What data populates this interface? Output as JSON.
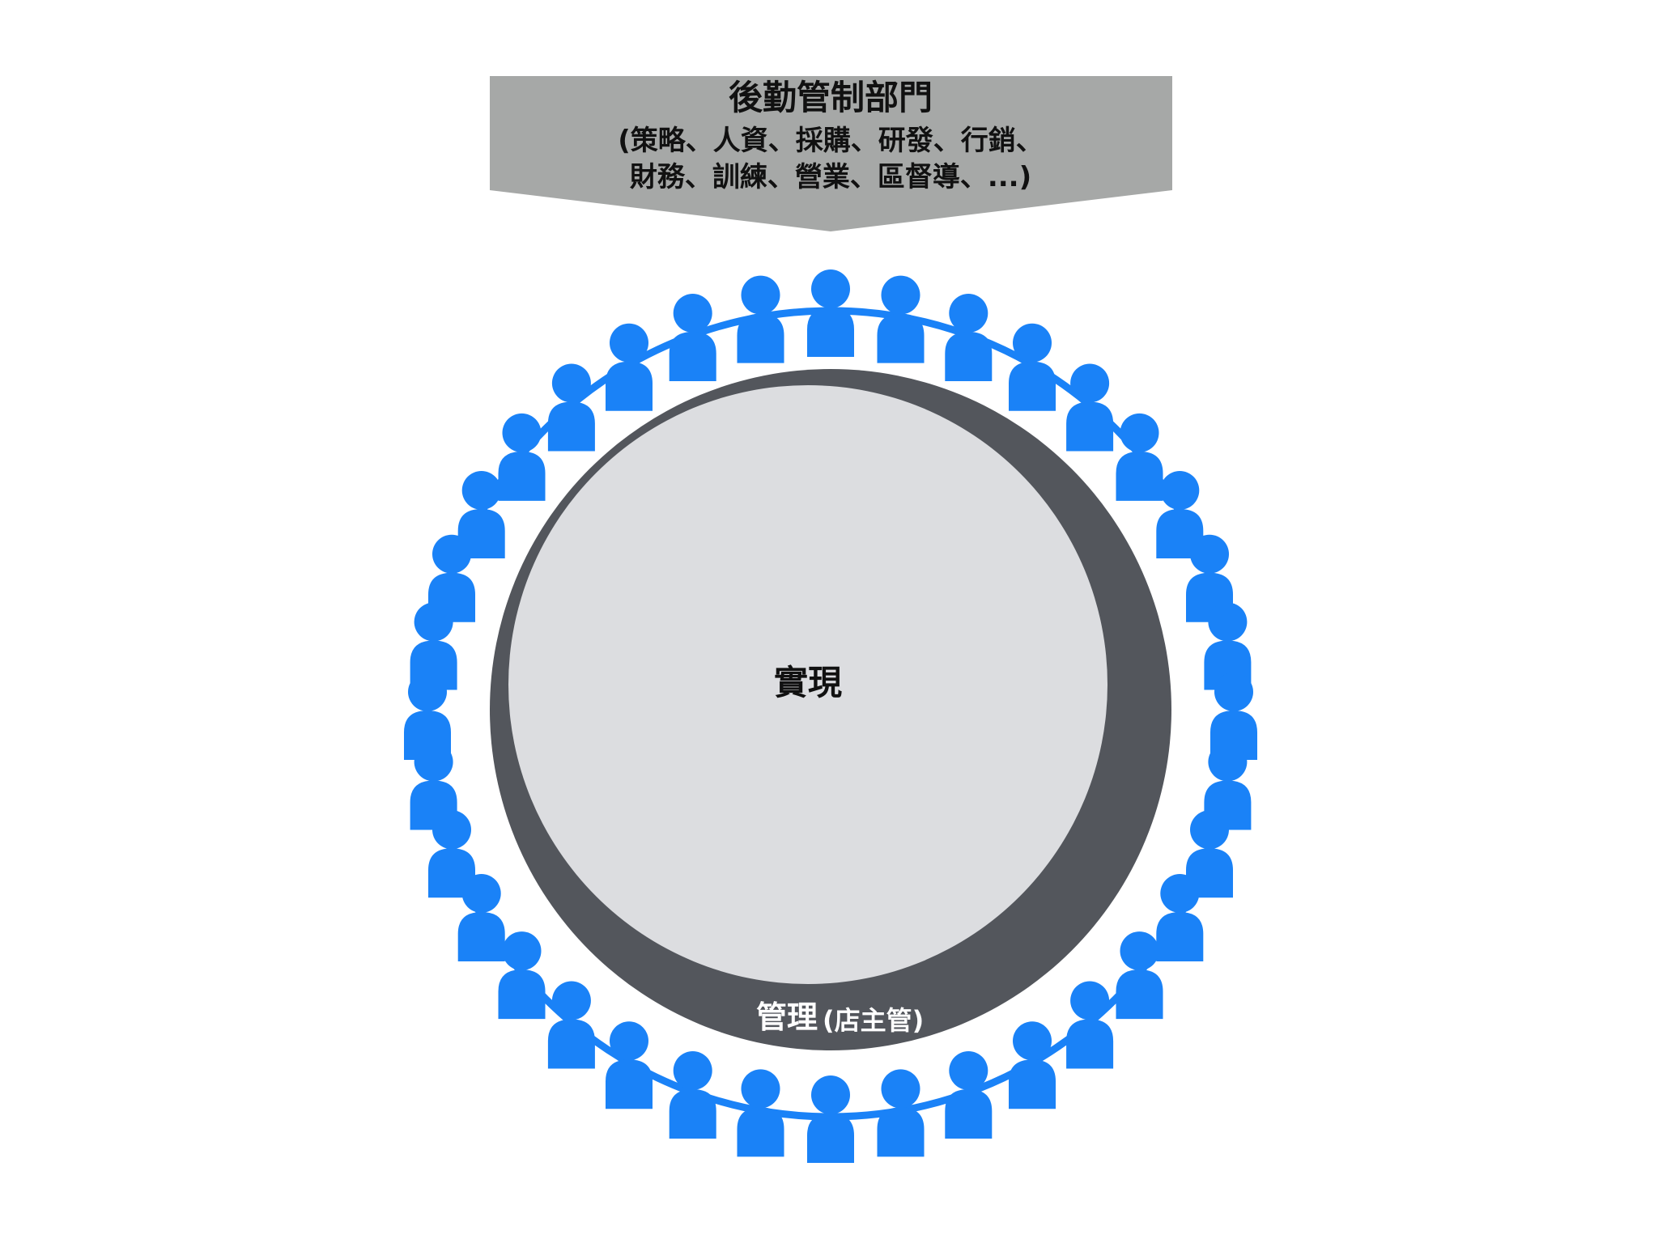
{
  "banner": {
    "title": "後勤管制部門",
    "line1": "(策略、人資、採購、研發、行銷、",
    "line2": "財務、訓練、營業、區督導、...)"
  },
  "center": {
    "label": "實現"
  },
  "management": {
    "label": "管理",
    "sublabel": "(店主管)"
  },
  "people_ring": {
    "count": 36,
    "icon": "person-icon"
  },
  "colors": {
    "banner": "#a6a8a7",
    "inner_circle": "#dcdde0",
    "outer_ring": "#53565c",
    "people": "#1a82f7",
    "text": "#111111"
  }
}
